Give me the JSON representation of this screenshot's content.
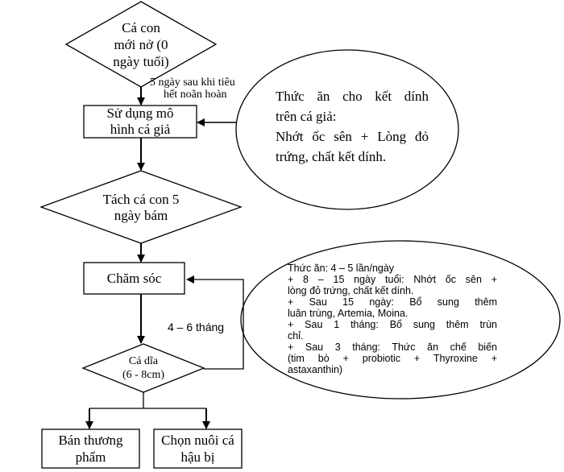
{
  "nodes": {
    "start": {
      "lines": [
        "Cá con",
        "mới nở (0",
        "ngày tuổi)"
      ]
    },
    "step_label": {
      "lines": [
        "5 ngày sau khi tiêu",
        "hết noãn hoàn"
      ]
    },
    "model": {
      "lines": [
        "Sử dụng mô",
        "hình cá giả"
      ]
    },
    "feed_note": {
      "lines": [
        "Thức ăn cho kết dính",
        "trên cá giả:",
        "Nhớt ốc sên + Lòng đỏ",
        "trứng, chất kết dính."
      ]
    },
    "separate": {
      "lines": [
        "Tách cá con 5",
        "ngày bám"
      ]
    },
    "care": {
      "label": "Chăm sóc"
    },
    "care_note": {
      "lines": [
        "Thức ăn: 4 – 5 lần/ngày",
        "+ 8 – 15 ngày tuổi: Nhớt ốc sên +",
        "lòng đỏ trứng, chất kết dính.",
        "+ Sau 15 ngày: Bổ sung thêm",
        "luân trùng, Artemia, Moina.",
        "+ Sau 1 tháng: Bổ sung thêm trùn",
        "chỉ.",
        "+ Sau 3 tháng: Thức ăn chế biến",
        "(tim bò + probiotic + Thyroxine +",
        "astaxanthin)"
      ]
    },
    "duration": {
      "label": "4 – 6 tháng"
    },
    "discus": {
      "lines": [
        "Cá dĩa",
        "(6 - 8cm)"
      ]
    },
    "sell": {
      "lines": [
        "Bán thương",
        "phẩm"
      ]
    },
    "breed": {
      "lines": [
        "Chọn nuôi cá",
        "hậu bị"
      ]
    }
  }
}
